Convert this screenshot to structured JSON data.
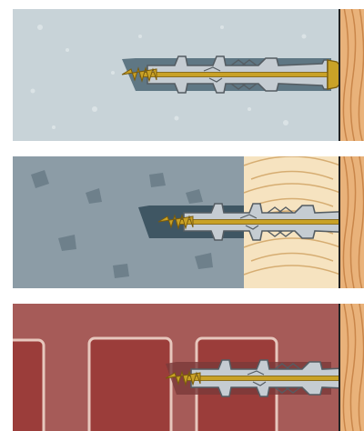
{
  "panels": [
    {
      "id": "concrete",
      "material_color": "#c8d3d8",
      "speckle_color": "#dbe3e6",
      "drill_hole_color": "#5f7784"
    },
    {
      "id": "aerated-concrete",
      "material_color": "#8c9ca6",
      "speckle_color": "#6e808b",
      "drill_hole_color": "#3f5663",
      "insulation_color": "#f6e3c0",
      "insulation_line_color": "#d6ad72"
    },
    {
      "id": "perforated-brick",
      "material_color": "#a65b58",
      "brick_core_color": "#9b3d3a",
      "brick_edge_color": "#e7c7bd",
      "drill_hole_color": "#7a3a3a"
    }
  ],
  "colors": {
    "wood": "#e9b27a",
    "wood_grain": "#c9864a",
    "plug": "#c5ccd2",
    "plug_outline": "#555d63",
    "screw": "#c9a227",
    "screw_dark": "#7a5c0c"
  }
}
